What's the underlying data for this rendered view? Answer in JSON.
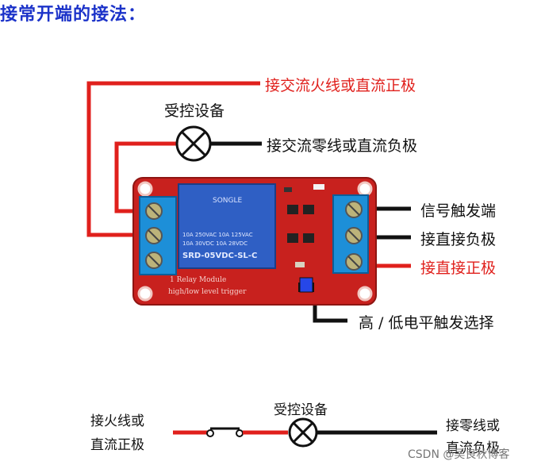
{
  "title": "接常开端的接法：",
  "top_labels": {
    "live_or_positive": "接交流火线或直流正极",
    "controlled_device": "受控设备",
    "neutral_or_negative": "接交流零线或直流负极",
    "signal_trigger": "信号触发端",
    "direct_negative": "接直接负极",
    "direct_positive": "接直接正极",
    "trigger_select": "高 / 低电平触发选择"
  },
  "module": {
    "relay_brand": "SONGLE",
    "relay_spec_1": "10A 250VAC  10A 125VAC",
    "relay_spec_2": "10A 30VDC   10A 28VDC",
    "relay_model": "SRD-05VDC-SL-C",
    "board_line_1": "1 Relay  Module",
    "board_line_2": "high/low level trigger"
  },
  "bottom_labels": {
    "left_line1": "接火线或",
    "left_line2": "直流正极",
    "device": "受控设备",
    "right_line1": "接零线或",
    "right_line2": "直流负极"
  },
  "watermark": "CSDN @吴良秋博客",
  "colors": {
    "title": "#1c33c9",
    "wire_red": "#e0201c",
    "wire_black": "#111111",
    "board_red": "#c8211e",
    "relay_blue": "#2f5fc4",
    "terminal_blue": "#1d8fd8"
  }
}
